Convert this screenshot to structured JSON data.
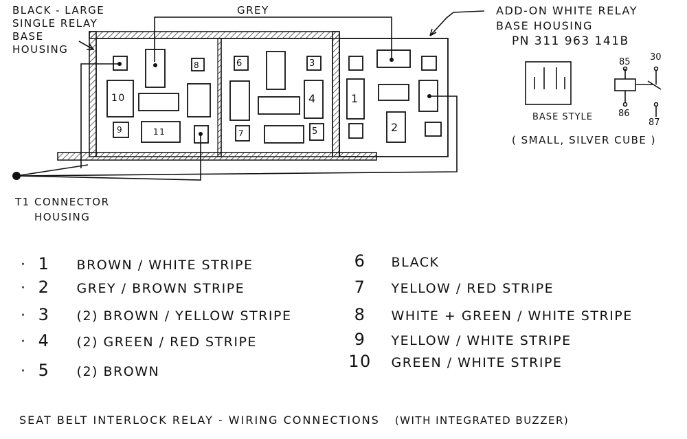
{
  "labels": {
    "black_housing": [
      "BLACK - LARGE",
      "SINGLE RELAY",
      "BASE",
      "HOUSING"
    ],
    "grey": "GREY",
    "addon_housing": [
      "ADD-ON WHITE RELAY",
      "BASE HOUSING"
    ],
    "part_number": "PN  311 963 141B",
    "base_style": "BASE STYLE",
    "cube_note": "( SMALL, SILVER CUBE )",
    "t1_connector": [
      "T1 CONNECTOR",
      "HOUSING"
    ]
  },
  "relay_pins": [
    "85",
    "30",
    "86",
    "87"
  ],
  "slot_numbers": [
    "6",
    "3",
    "8",
    "10",
    "1",
    "4",
    "2",
    "9",
    "11",
    "7",
    "5"
  ],
  "legend_left": [
    {
      "num": "1",
      "desc": "BROWN / WHITE STRIPE"
    },
    {
      "num": "2",
      "desc": "GREY / BROWN STRIPE"
    },
    {
      "num": "3",
      "desc": "(2) BROWN / YELLOW STRIPE"
    },
    {
      "num": "4",
      "desc": "(2) GREEN / RED STRIPE"
    },
    {
      "num": "5",
      "desc": "(2) BROWN"
    }
  ],
  "legend_right": [
    {
      "num": "6",
      "desc": "BLACK"
    },
    {
      "num": "7",
      "desc": "YELLOW / RED STRIPE"
    },
    {
      "num": "8",
      "desc": "WHITE + GREEN / WHITE STRIPE"
    },
    {
      "num": "9",
      "desc": "YELLOW / WHITE STRIPE"
    },
    {
      "num": "10",
      "desc": "GREEN / WHITE STRIPE"
    }
  ],
  "caption": {
    "main": "SEAT BELT INTERLOCK RELAY - WIRING CONNECTIONS",
    "sub": "(WITH INTEGRATED BUZZER)"
  }
}
